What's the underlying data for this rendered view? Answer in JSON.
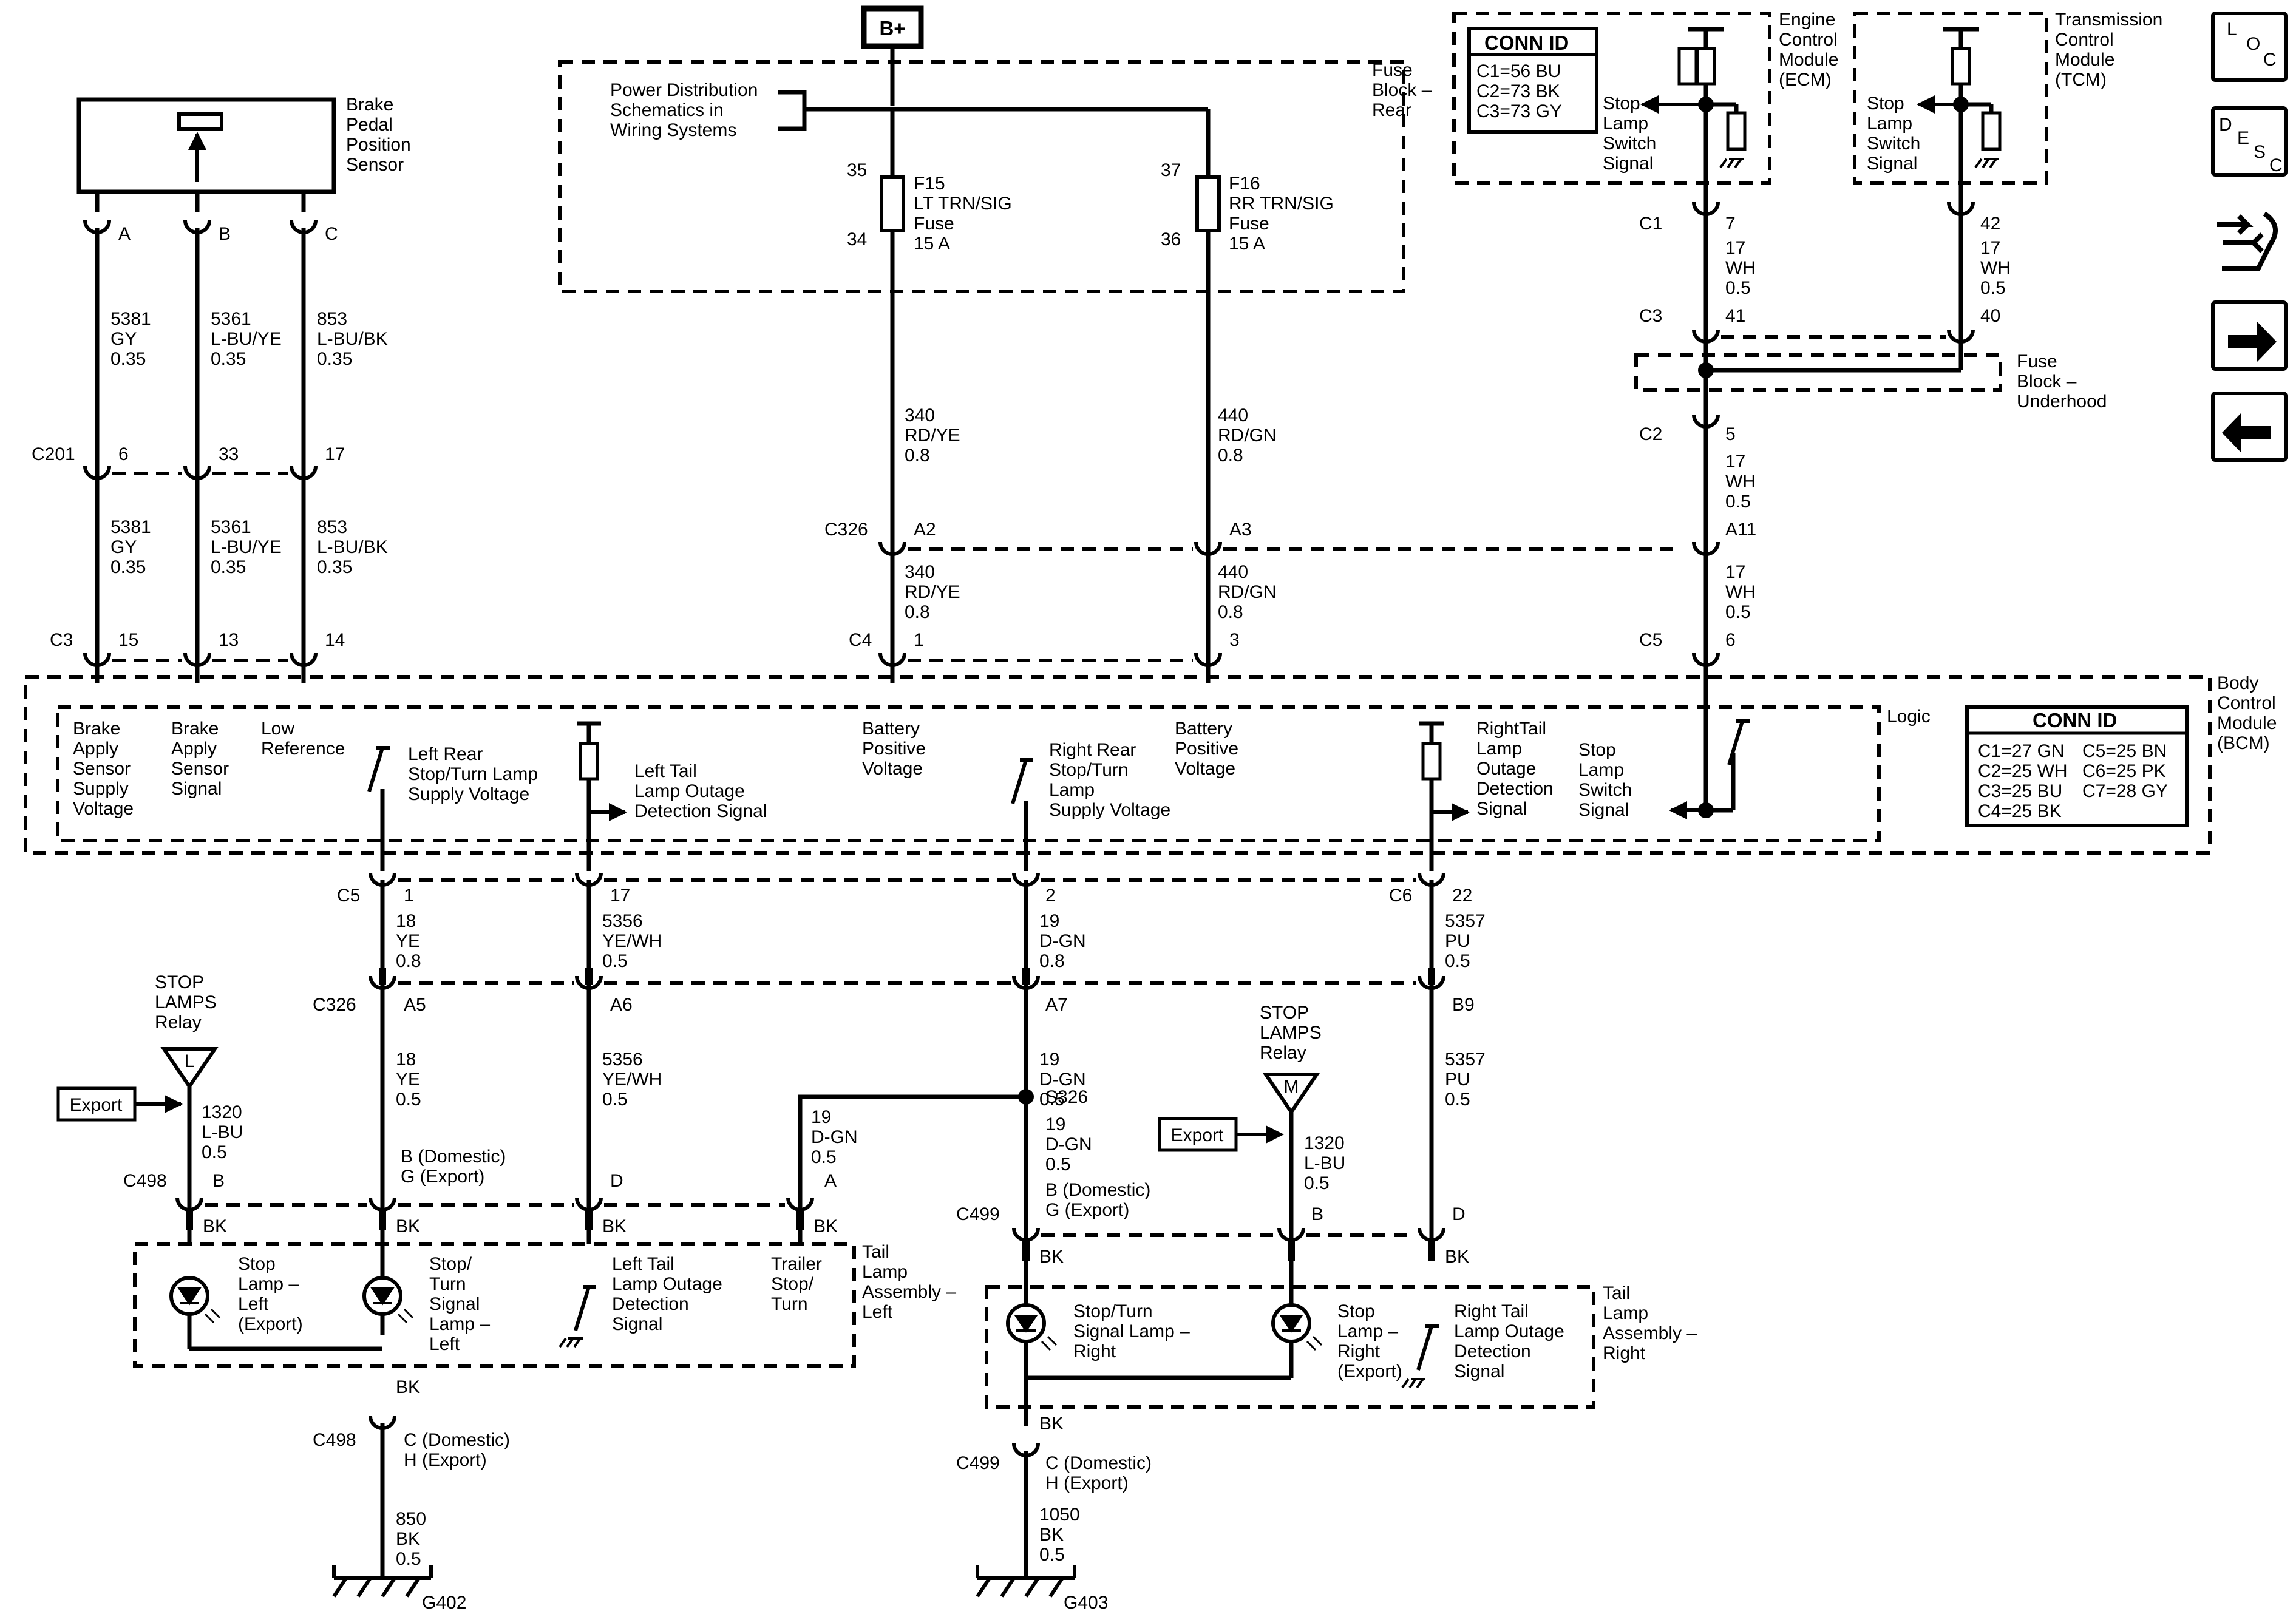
{
  "power": {
    "bplus": "B+"
  },
  "fuse_block_rear": {
    "label": [
      "Fuse",
      "Block –",
      "Rear"
    ],
    "power_ref": [
      "Power Distribution",
      "Schematics in",
      "Wiring Systems"
    ],
    "f15": {
      "in_pin": "35",
      "out_pin": "34",
      "label": [
        "F15",
        "LT TRN/SIG",
        "Fuse",
        "15 A"
      ]
    },
    "f16": {
      "in_pin": "37",
      "out_pin": "36",
      "label": [
        "F16",
        "RR TRN/SIG",
        "Fuse",
        "15 A"
      ]
    }
  },
  "brake_sensor": {
    "label": [
      "Brake",
      "Pedal",
      "Position",
      "Sensor"
    ],
    "pins": [
      "A",
      "B",
      "C"
    ],
    "wires_top": [
      [
        "5381",
        "GY",
        "0.35"
      ],
      [
        "5361",
        "L-BU/YE",
        "0.35"
      ],
      [
        "853",
        "L-BU/BK",
        "0.35"
      ]
    ],
    "c201": {
      "name": "C201",
      "pins": [
        "6",
        "33",
        "17"
      ]
    },
    "wires_mid": [
      [
        "5381",
        "GY",
        "0.35"
      ],
      [
        "5361",
        "L-BU/YE",
        "0.35"
      ],
      [
        "853",
        "L-BU/BK",
        "0.35"
      ]
    ],
    "c3": {
      "name": "C3",
      "pins": [
        "15",
        "13",
        "14"
      ]
    }
  },
  "fuse_wires": {
    "left_top": [
      "340",
      "RD/YE",
      "0.8"
    ],
    "right_top": [
      "440",
      "RD/GN",
      "0.8"
    ],
    "c326": {
      "name": "C326",
      "pins": [
        "A2",
        "A3"
      ]
    },
    "left_mid": [
      "340",
      "RD/YE",
      "0.8"
    ],
    "right_mid": [
      "440",
      "RD/GN",
      "0.8"
    ],
    "c4": {
      "name": "C4",
      "pins": [
        "1",
        "3"
      ]
    }
  },
  "ecm": {
    "label": [
      "Engine",
      "Control",
      "Module",
      "(ECM)"
    ],
    "conn_title": "CONN ID",
    "conn": [
      "C1=56 BU",
      "C2=73 BK",
      "C3=73 GY"
    ],
    "signal": [
      "Stop",
      "Lamp",
      "Switch",
      "Signal"
    ]
  },
  "tcm": {
    "label": [
      "Transmission",
      "Control",
      "Module",
      "(TCM)"
    ],
    "signal": [
      "Stop",
      "Lamp",
      "Switch",
      "Signal"
    ]
  },
  "stop_lamp_circuit": {
    "ecm_c1": {
      "name": "C1",
      "pin": "7"
    },
    "ecm_wire": [
      "17",
      "WH",
      "0.5"
    ],
    "c3": {
      "name": "C3",
      "pins": [
        "41",
        "40"
      ]
    },
    "tcm_pin": "42",
    "tcm_wire": [
      "17",
      "WH",
      "0.5"
    ],
    "underhood": [
      "Fuse",
      "Block –",
      "Underhood"
    ],
    "c2": {
      "name": "C2",
      "pin": "5"
    },
    "wire_a": [
      "17",
      "WH",
      "0.5"
    ],
    "a11": "A11",
    "wire_b": [
      "17",
      "WH",
      "0.5"
    ],
    "c5": {
      "name": "C5",
      "pin": "6"
    }
  },
  "bcm": {
    "label": [
      "Body",
      "Control",
      "Module",
      "(BCM)"
    ],
    "logic": "Logic",
    "conn_title": "CONN ID",
    "conn_left": [
      "C1=27 GN",
      "C2=25 WH",
      "C3=25 BU",
      "C4=25 BK"
    ],
    "conn_right": [
      "C5=25 BN",
      "C6=25 PK",
      "C7=28 GY"
    ],
    "labels": {
      "brake_supply": [
        "Brake",
        "Apply",
        "Sensor",
        "Supply",
        "Voltage"
      ],
      "brake_signal": [
        "Brake",
        "Apply",
        "Sensor",
        "Signal"
      ],
      "low_ref": [
        "Low",
        "Reference"
      ],
      "left_rear": [
        "Left Rear",
        "Stop/Turn Lamp",
        "Supply Voltage"
      ],
      "left_tail": [
        "Left Tail",
        "Lamp Outage",
        "Detection Signal"
      ],
      "batt1": [
        "Battery",
        "Positive",
        "Voltage"
      ],
      "right_rear": [
        "Right Rear",
        "Stop/Turn",
        "Lamp",
        "Supply Voltage"
      ],
      "batt2": [
        "Battery",
        "Positive",
        "Voltage"
      ],
      "right_tail": [
        "RightTail",
        "Lamp",
        "Outage",
        "Detection",
        "Signal"
      ],
      "stop_switch": [
        "Stop",
        "Lamp",
        "Switch",
        "Signal"
      ]
    }
  },
  "output": {
    "c5": {
      "name": "C5",
      "pins": [
        "1",
        "17",
        "2"
      ]
    },
    "c6": {
      "name": "C6",
      "pin": "22"
    },
    "wires_top": [
      [
        "18",
        "YE",
        "0.8"
      ],
      [
        "5356",
        "YE/WH",
        "0.5"
      ],
      [
        "19",
        "D-GN",
        "0.8"
      ],
      [
        "5357",
        "PU",
        "0.5"
      ]
    ],
    "c326": {
      "name": "C326",
      "pins": [
        "A5",
        "A6",
        "A7",
        "B9"
      ]
    },
    "wires_bot": [
      [
        "18",
        "YE",
        "0.5"
      ],
      [
        "5356",
        "YE/WH",
        "0.5"
      ],
      [
        "19",
        "D-GN",
        "0.5"
      ],
      [
        "5357",
        "PU",
        "0.5"
      ]
    ],
    "s326": "S326",
    "trailer_wire": [
      "19",
      "D-GN",
      "0.5"
    ]
  },
  "left_assembly": {
    "relay": [
      "STOP",
      "LAMPS",
      "Relay"
    ],
    "relay_tag": "L",
    "export": "Export",
    "relay_wire": [
      "1320",
      "L-BU",
      "0.5"
    ],
    "c498": "C498",
    "pin_b": "B",
    "pin_bg": [
      "B (Domestic)",
      "G (Export)"
    ],
    "pin_d": "D",
    "pin_a": "A",
    "bk": "BK",
    "label": [
      "Tail",
      "Lamp",
      "Assembly –",
      "Left"
    ],
    "stop_left": [
      "Stop",
      "Lamp –",
      "Left",
      "(Export)"
    ],
    "stop_turn_left": [
      "Stop/",
      "Turn",
      "Signal",
      "Lamp –",
      "Left"
    ],
    "tail_outage": [
      "Left Tail",
      "Lamp Outage",
      "Detection",
      "Signal"
    ],
    "trailer": [
      "Trailer",
      "Stop/",
      "Turn"
    ],
    "ground_bk": "BK",
    "c498_bottom": {
      "name": "C498",
      "pins": [
        "C (Domestic)",
        "H (Export)"
      ]
    },
    "ground_wire": [
      "850",
      "BK",
      "0.5"
    ],
    "ground": "G402"
  },
  "right_assembly": {
    "relay": [
      "STOP",
      "LAMPS",
      "Relay"
    ],
    "relay_tag": "M",
    "export": "Export",
    "relay_wire": [
      "1320",
      "L-BU",
      "0.5"
    ],
    "c499": "C499",
    "pin_bg": [
      "B (Domestic)",
      "G (Export)"
    ],
    "pin_b": "B",
    "pin_d": "D",
    "bk": "BK",
    "label": [
      "Tail",
      "Lamp",
      "Assembly –",
      "Right"
    ],
    "stop_turn_right": [
      "Stop/Turn",
      "Signal Lamp –",
      "Right"
    ],
    "stop_right": [
      "Stop",
      "Lamp –",
      "Right",
      "(Export)"
    ],
    "tail_outage": [
      "Right Tail",
      "Lamp Outage",
      "Detection",
      "Signal"
    ],
    "ground_bk": "BK",
    "c499_bottom": {
      "name": "C499",
      "pins": [
        "C (Domestic)",
        "H (Export)"
      ]
    },
    "ground_wire": [
      "1050",
      "BK",
      "0.5"
    ],
    "ground": "G403"
  },
  "nav": {
    "loc": [
      "L",
      "O",
      "C"
    ],
    "desc": [
      "D",
      "E",
      "S",
      "C"
    ]
  }
}
